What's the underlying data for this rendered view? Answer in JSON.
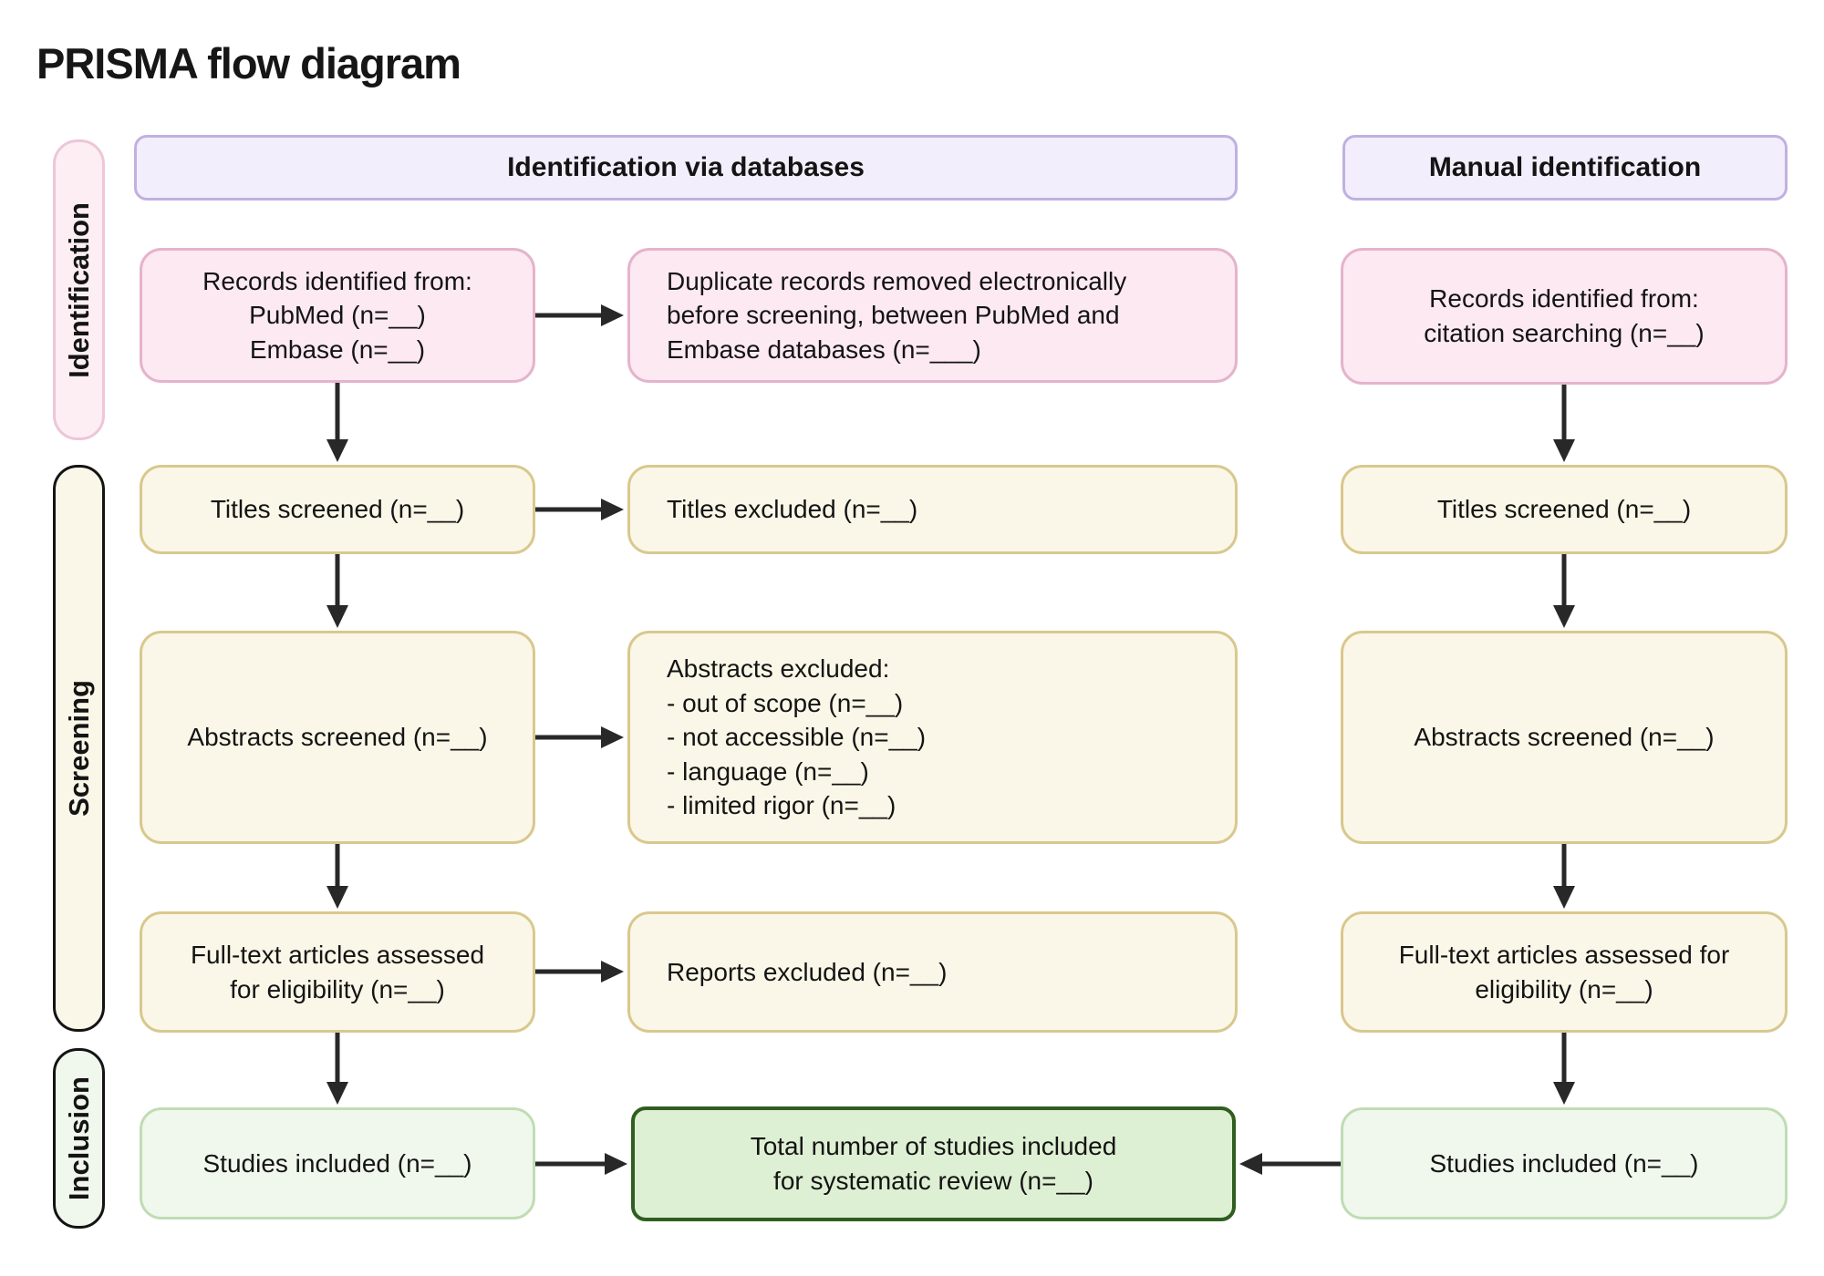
{
  "title": "PRISMA flow diagram",
  "headers": {
    "databases": "Identification via databases",
    "manual": "Manual identification"
  },
  "stage_labels": {
    "identification": "Identification",
    "screening": "Screening",
    "inclusion": "Inclusion"
  },
  "boxes": {
    "db_records": {
      "lines": [
        "Records identified from:",
        "PubMed (n=__)",
        "Embase (n=__)"
      ]
    },
    "duplicates_removed": {
      "lines": [
        "Duplicate records removed electronically",
        "before screening, between PubMed and",
        "Embase databases (n=___)"
      ]
    },
    "manual_records": {
      "lines": [
        "Records identified from:",
        "citation searching  (n=__)"
      ]
    },
    "db_titles_screened": {
      "text": "Titles screened (n=__)"
    },
    "titles_excluded": {
      "text": "Titles excluded  (n=__)"
    },
    "manual_titles_screened": {
      "text": "Titles screened (n=__)"
    },
    "db_abstracts_screened": {
      "text": "Abstracts screened (n=__)"
    },
    "abstracts_excluded": {
      "lines": [
        "Abstracts excluded:",
        "- out of scope (n=__)",
        "- not accessible (n=__)",
        "- language (n=__)",
        "- limited rigor (n=__)"
      ]
    },
    "manual_abstracts_screened": {
      "text": "Abstracts screened (n=__)"
    },
    "db_fulltext": {
      "lines": [
        "Full-text articles assessed",
        "for eligibility (n=__)"
      ]
    },
    "reports_excluded": {
      "text": "Reports excluded (n=__)"
    },
    "manual_fulltext": {
      "lines": [
        "Full-text articles  assessed for",
        "eligibility (n=__)"
      ]
    },
    "db_included": {
      "text": "Studies included (n=__)"
    },
    "total_included": {
      "lines": [
        "Total number of studies included",
        "for systematic review (n=__)"
      ]
    },
    "manual_included": {
      "text": "Studies included (n=__)"
    }
  },
  "colors": {
    "title": "#161616",
    "text": "#141414",
    "arrow": "#282828",
    "pink-fill": "#fce9f1",
    "pink-border": "#e5b3cc",
    "pill-pink-fill": "#fdeef4",
    "pill-pink-border": "#edc6d8",
    "lavender-fill": "#f3eefb",
    "lavender-border": "#c0b1e1",
    "cream-fill": "#fbf7e8",
    "cream-border": "#d9c88e",
    "lightgreen-fill": "#f0f8ed",
    "lightgreen-border": "#c1dcb5",
    "green-fill": "#def0d3",
    "green-border": "#2f5e20"
  }
}
